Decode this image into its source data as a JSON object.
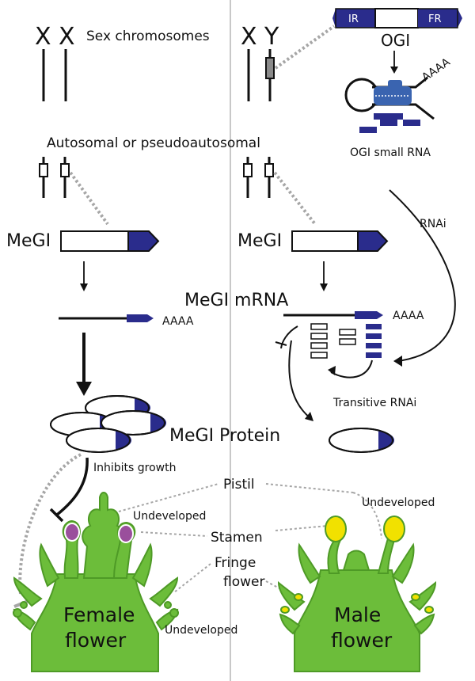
{
  "colors": {
    "navy": "#2a2c8c",
    "mid_blue": "#3a64b0",
    "green": "#6cbd3a",
    "green_dark": "#4e9a26",
    "purple": "#9a4f9c",
    "yellow": "#f1e100",
    "gray_dotted": "#a6a6a6"
  },
  "labels": {
    "x1": "X",
    "x2": "X",
    "x3": "X",
    "y": "Y",
    "sex_chromosomes": "Sex chromosomes",
    "autosomal": "Autosomal or pseudoautosomal",
    "ir": "IR",
    "fr": "FR",
    "ogi": "OGI",
    "ogi_small_rna": "OGI small RNA",
    "aaaa_top": "AAAA",
    "rnai": "RNAi",
    "megi_left": "MeGI",
    "megi_right": "MeGI",
    "megi_mrna": "MeGI mRNA",
    "aaaa_left": "AAAA",
    "aaaa_right": "AAAA",
    "transitive_rnai": "Transitive RNAi",
    "megi_protein": "MeGI Protein",
    "inhibits_growth": "Inhibits growth",
    "pistil": "Pistil",
    "undeveloped_female_top": "Undeveloped",
    "undeveloped_male_top": "Undeveloped",
    "stamen": "Stamen",
    "fringe_flower_line1": "Fringe",
    "fringe_flower_line2": "flower",
    "female_flower_line1": "Female",
    "female_flower_line2": "flower",
    "male_flower_line1": "Male",
    "male_flower_line2": "flower",
    "undeveloped_female_bottom": "Undeveloped"
  }
}
